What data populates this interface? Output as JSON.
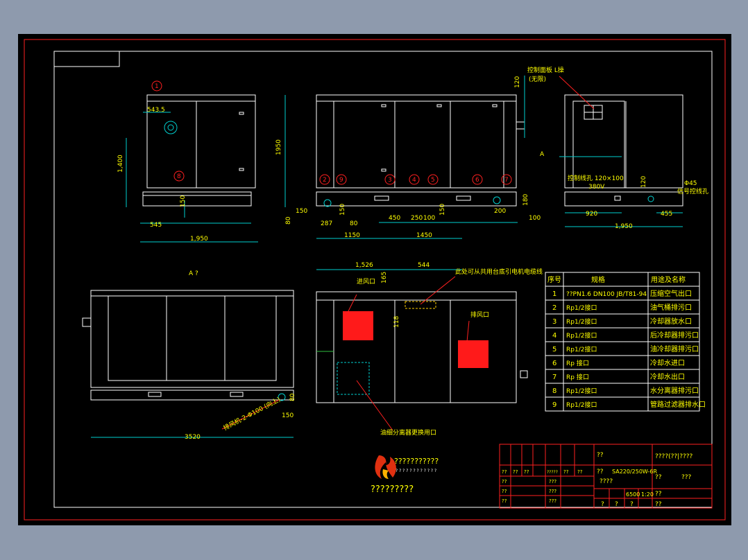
{
  "colors": {
    "background": "#8e9aad",
    "sheet": "#000000",
    "frame": "#ff2020",
    "line": "#ffffff",
    "text": "#ffff00"
  },
  "front_view": {
    "dims": {
      "d1": "543.5",
      "d2": "1,400",
      "d3": "150",
      "d4": "545",
      "d5": "1,950"
    },
    "callouts": [
      "1",
      "8"
    ]
  },
  "side_view": {
    "dims": {
      "h": "1950",
      "w150": "150",
      "h80": "80",
      "d287": "287",
      "d150b": "150",
      "d80b": "80",
      "d450": "450",
      "d250": "250",
      "d100": "100",
      "d150c": "150",
      "d200": "200",
      "d180": "180",
      "d100b": "100",
      "d1150": "1150",
      "d1450": "1450",
      "d120": "120"
    },
    "callouts": [
      "2",
      "9",
      "3",
      "4",
      "5",
      "6",
      "7"
    ]
  },
  "right_view": {
    "label_panel": "控制面板 L操",
    "label_panel_sub": "(无限)",
    "label_a": "A",
    "label_hole": "控制线孔 120×100",
    "label_voltage": "380V",
    "label_phi": "Φ45",
    "label_signal": "信号控线孔",
    "dims": {
      "d120": "120",
      "d920": "920",
      "d455": "455",
      "d1950": "1,950"
    }
  },
  "view_a": {
    "title": "A ?",
    "dims": {
      "d80": "80",
      "d150": "150",
      "d3520": "3520"
    },
    "note": "排风机-2-Φ100 (向上)"
  },
  "plan_view": {
    "dims": {
      "d1526": "1,526",
      "d544": "544",
      "d165": "165",
      "d118": "118"
    },
    "note_cable": "此处可从共用台底引电机电缆线",
    "label_inlet": "进风口",
    "label_outlet": "排风口",
    "note_oil": "油细分离器更换用口"
  },
  "port_table": {
    "headers": [
      "序号",
      "规格",
      "用途及名称"
    ],
    "rows": [
      [
        "1",
        "??PN1.6 DN100   JB/T81-94",
        "压缩空气出口"
      ],
      [
        "2",
        "Rp1/2接口",
        "油气桶排污口"
      ],
      [
        "3",
        "Rp1/2接口",
        "冷却器放水口"
      ],
      [
        "4",
        "Rp1/2接口",
        "后冷却器排污口"
      ],
      [
        "5",
        "Rp1/2接口",
        "油冷却器排污口"
      ],
      [
        "6",
        "Rp 接口",
        "冷却水进口"
      ],
      [
        "7",
        "Rp 接口",
        "冷却水出口"
      ],
      [
        "8",
        "Rp1/2接口",
        "水分离器排污口"
      ],
      [
        "9",
        "Rp1/2接口",
        "管路过滤器排水口"
      ]
    ]
  },
  "logo": {
    "line1": "???????????",
    "line2": "? ? ? ? ? ? ? ? ? ? ? ?",
    "line3": "?????????"
  },
  "title_block": {
    "t1": "??",
    "t2": "????(??|????",
    "t3": "??",
    "t4": "SA220/250W-6R",
    "t5": "????",
    "t6": "??",
    "t7": "???",
    "t8": "6500",
    "t9": "1:20",
    "t10": "??",
    "t11": "?",
    "t12": "?",
    "t13": "?",
    "t14": "??",
    "left_labels": [
      "??",
      "??",
      "??",
      "?????",
      "??",
      "??",
      "??",
      "??",
      "??",
      "??"
    ],
    "mid_labels": [
      "???",
      "???",
      "???"
    ]
  }
}
